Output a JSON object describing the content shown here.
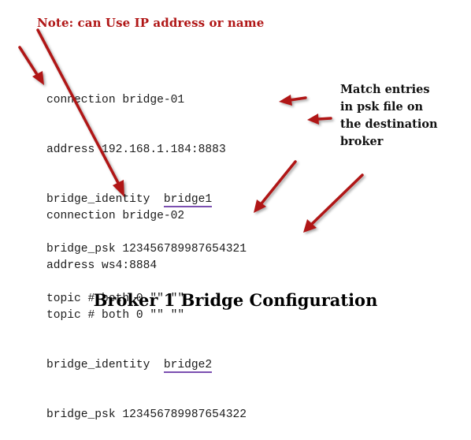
{
  "note": "Note: can Use IP address or name",
  "block1": {
    "line1": "connection bridge-01",
    "line2": "address 192.168.1.184:8883",
    "line3_prefix": "bridge_identity  ",
    "line3_value": "bridge1",
    "line4": "bridge_psk 123456789987654321",
    "line5": "topic # both 0 \"\" \"\""
  },
  "block2": {
    "line1": "connection bridge-02",
    "line2": "address ws4:8884",
    "line3": "topic # both 0 \"\" \"\"",
    "line4_prefix": "bridge_identity  ",
    "line4_value": "bridge2",
    "line5": "bridge_psk 123456789987654322"
  },
  "match_note": {
    "line1": "Match entries",
    "line2": "in psk file on",
    "line3": "the destination",
    "line4": "broker"
  },
  "caption": "Broker 1 Bridge Configuration",
  "colors": {
    "arrow": "#b01616",
    "note_text": "#b01616",
    "underline": "#7b4fb0"
  }
}
